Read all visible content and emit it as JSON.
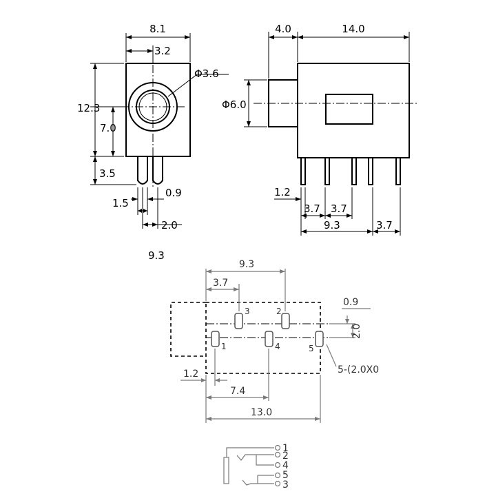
{
  "front_view": {
    "width": "8.1",
    "offset": "3.2",
    "hole_diameter": "Φ3.6",
    "height": "12.3",
    "center_height": "7.0",
    "pin_length": "3.5",
    "pin_width": "0.9",
    "pin_pitch": "1.5",
    "pin_span": "2.0"
  },
  "side_view": {
    "nose_length": "4.0",
    "body_length": "14.0",
    "nose_diameter": "Φ6.0",
    "pin_width": "1.2",
    "pitch_a": "3.7",
    "pitch_b": "3.7",
    "span": "9.3",
    "pitch_c": "3.7"
  },
  "stray_label": "9.3",
  "pcb_layout": {
    "span": "9.3",
    "pitch": "3.7",
    "slot_width": "0.9",
    "slot_height": "2.0",
    "edge_offset": "1.2",
    "second_row": "7.4",
    "total_length": "13.0",
    "slot_note": "5-(2.0X0",
    "pins": {
      "p1": "1",
      "p2": "2",
      "p3": "3",
      "p4": "4",
      "p5": "5"
    }
  },
  "schematic": {
    "pins": {
      "p1": "1",
      "p2": "2",
      "p4": "4",
      "p5": "5",
      "p3": "3"
    }
  }
}
